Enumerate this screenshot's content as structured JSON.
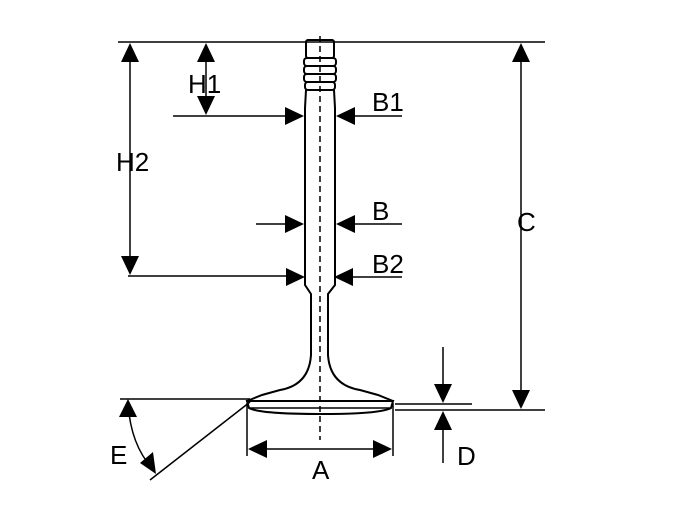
{
  "diagram": {
    "labels": {
      "h1": "H1",
      "h2": "H2",
      "b1": "B1",
      "b": "B",
      "b2": "B2",
      "c": "C",
      "d": "D",
      "a": "A",
      "e": "E"
    },
    "line_color": "#000000",
    "background": "#ffffff"
  }
}
